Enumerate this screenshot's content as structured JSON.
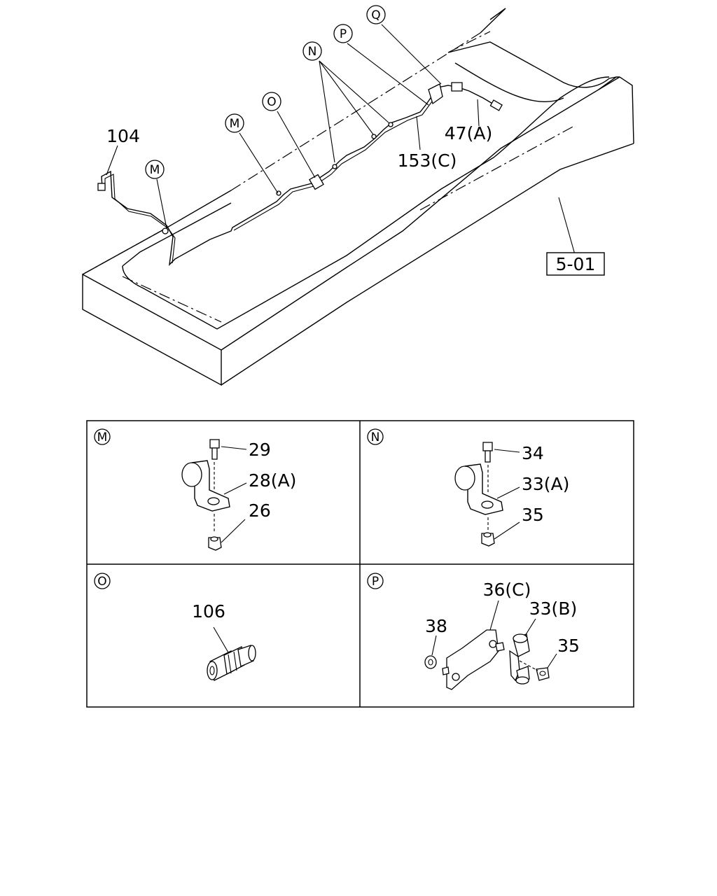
{
  "main_view": {
    "callouts": {
      "M_left": "M",
      "M_mid": "M",
      "O": "O",
      "N": "N",
      "P": "P",
      "Q": "Q"
    },
    "labels": {
      "pipe_104": "104",
      "pipe_153c": "153(C)",
      "hose_47a": "47(A)",
      "ref_box": "5-01"
    }
  },
  "details": {
    "M": {
      "letter": "M",
      "parts": [
        "29",
        "28(A)",
        "26"
      ]
    },
    "N": {
      "letter": "N",
      "parts": [
        "34",
        "33(A)",
        "35"
      ]
    },
    "O": {
      "letter": "O",
      "parts": [
        "106"
      ]
    },
    "P": {
      "letter": "P",
      "parts": [
        "36(C)",
        "33(B)",
        "38",
        "35"
      ]
    }
  }
}
